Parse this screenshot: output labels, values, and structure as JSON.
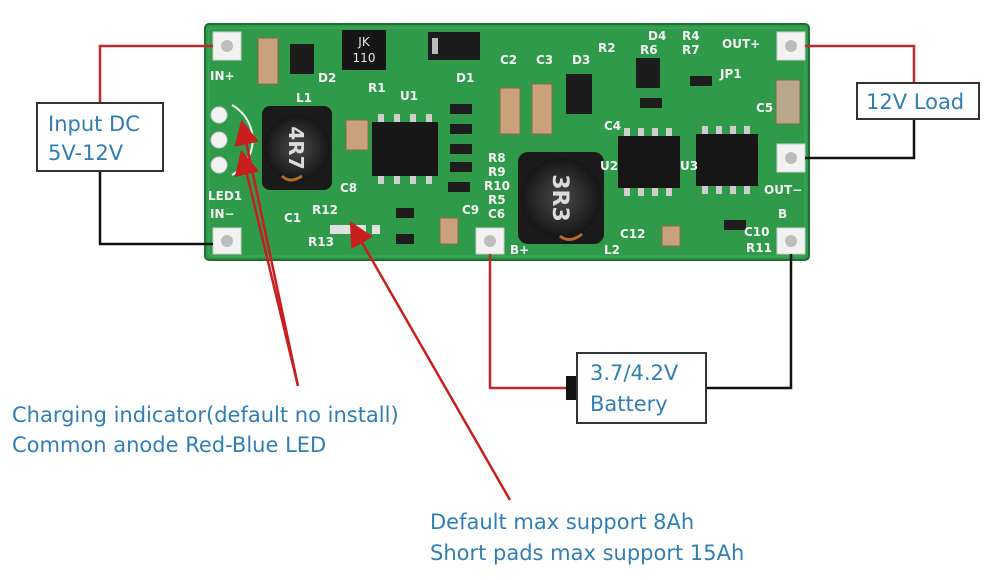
{
  "board": {
    "silkscreen": {
      "in_plus": "IN+",
      "in_minus": "IN−",
      "led1": "LED1",
      "l1": "L1",
      "l2": "L2",
      "u1": "U1",
      "u2": "U2",
      "u3": "U3",
      "d1": "D1",
      "d2": "D2",
      "d3": "D3",
      "d4": "D4",
      "r1": "R1",
      "r2": "R2",
      "r4": "R4",
      "r5": "R5",
      "r6": "R6",
      "r7": "R7",
      "r8": "R8",
      "r9": "R9",
      "r10": "R10",
      "r11": "R11",
      "r12": "R12",
      "r13": "R13",
      "c1": "C1",
      "c2": "C2",
      "c3": "C3",
      "c4": "C4",
      "c5": "C5",
      "c6": "C6",
      "c8": "C8",
      "c9": "C9",
      "c10": "C10",
      "c12": "C12",
      "jp1": "JP1",
      "b_plus": "B+",
      "b": "B",
      "out_plus": "OUT+",
      "out_minus": "OUT−",
      "inductor1_mark": "4R7",
      "inductor2_mark": "3R3",
      "chip_mark_jk": "JK",
      "chip_mark_110": "110"
    }
  },
  "labels": {
    "input_box": [
      "Input DC",
      "5V-12V"
    ],
    "load_box": "12V Load",
    "battery_box": [
      "3.7/4.2V",
      "Battery"
    ],
    "charging_note": [
      "Charging indicator(default no install)",
      "Common anode Red-Blue LED"
    ],
    "capacity_note": [
      "Default max support 8Ah",
      "Short pads max support 15Ah"
    ]
  },
  "colors": {
    "pcb": "#2f9a4a",
    "wire_red": "#c0282a",
    "wire_black": "#111111",
    "label_text": "#2f7fb5",
    "arrow": "#c81e1e"
  }
}
